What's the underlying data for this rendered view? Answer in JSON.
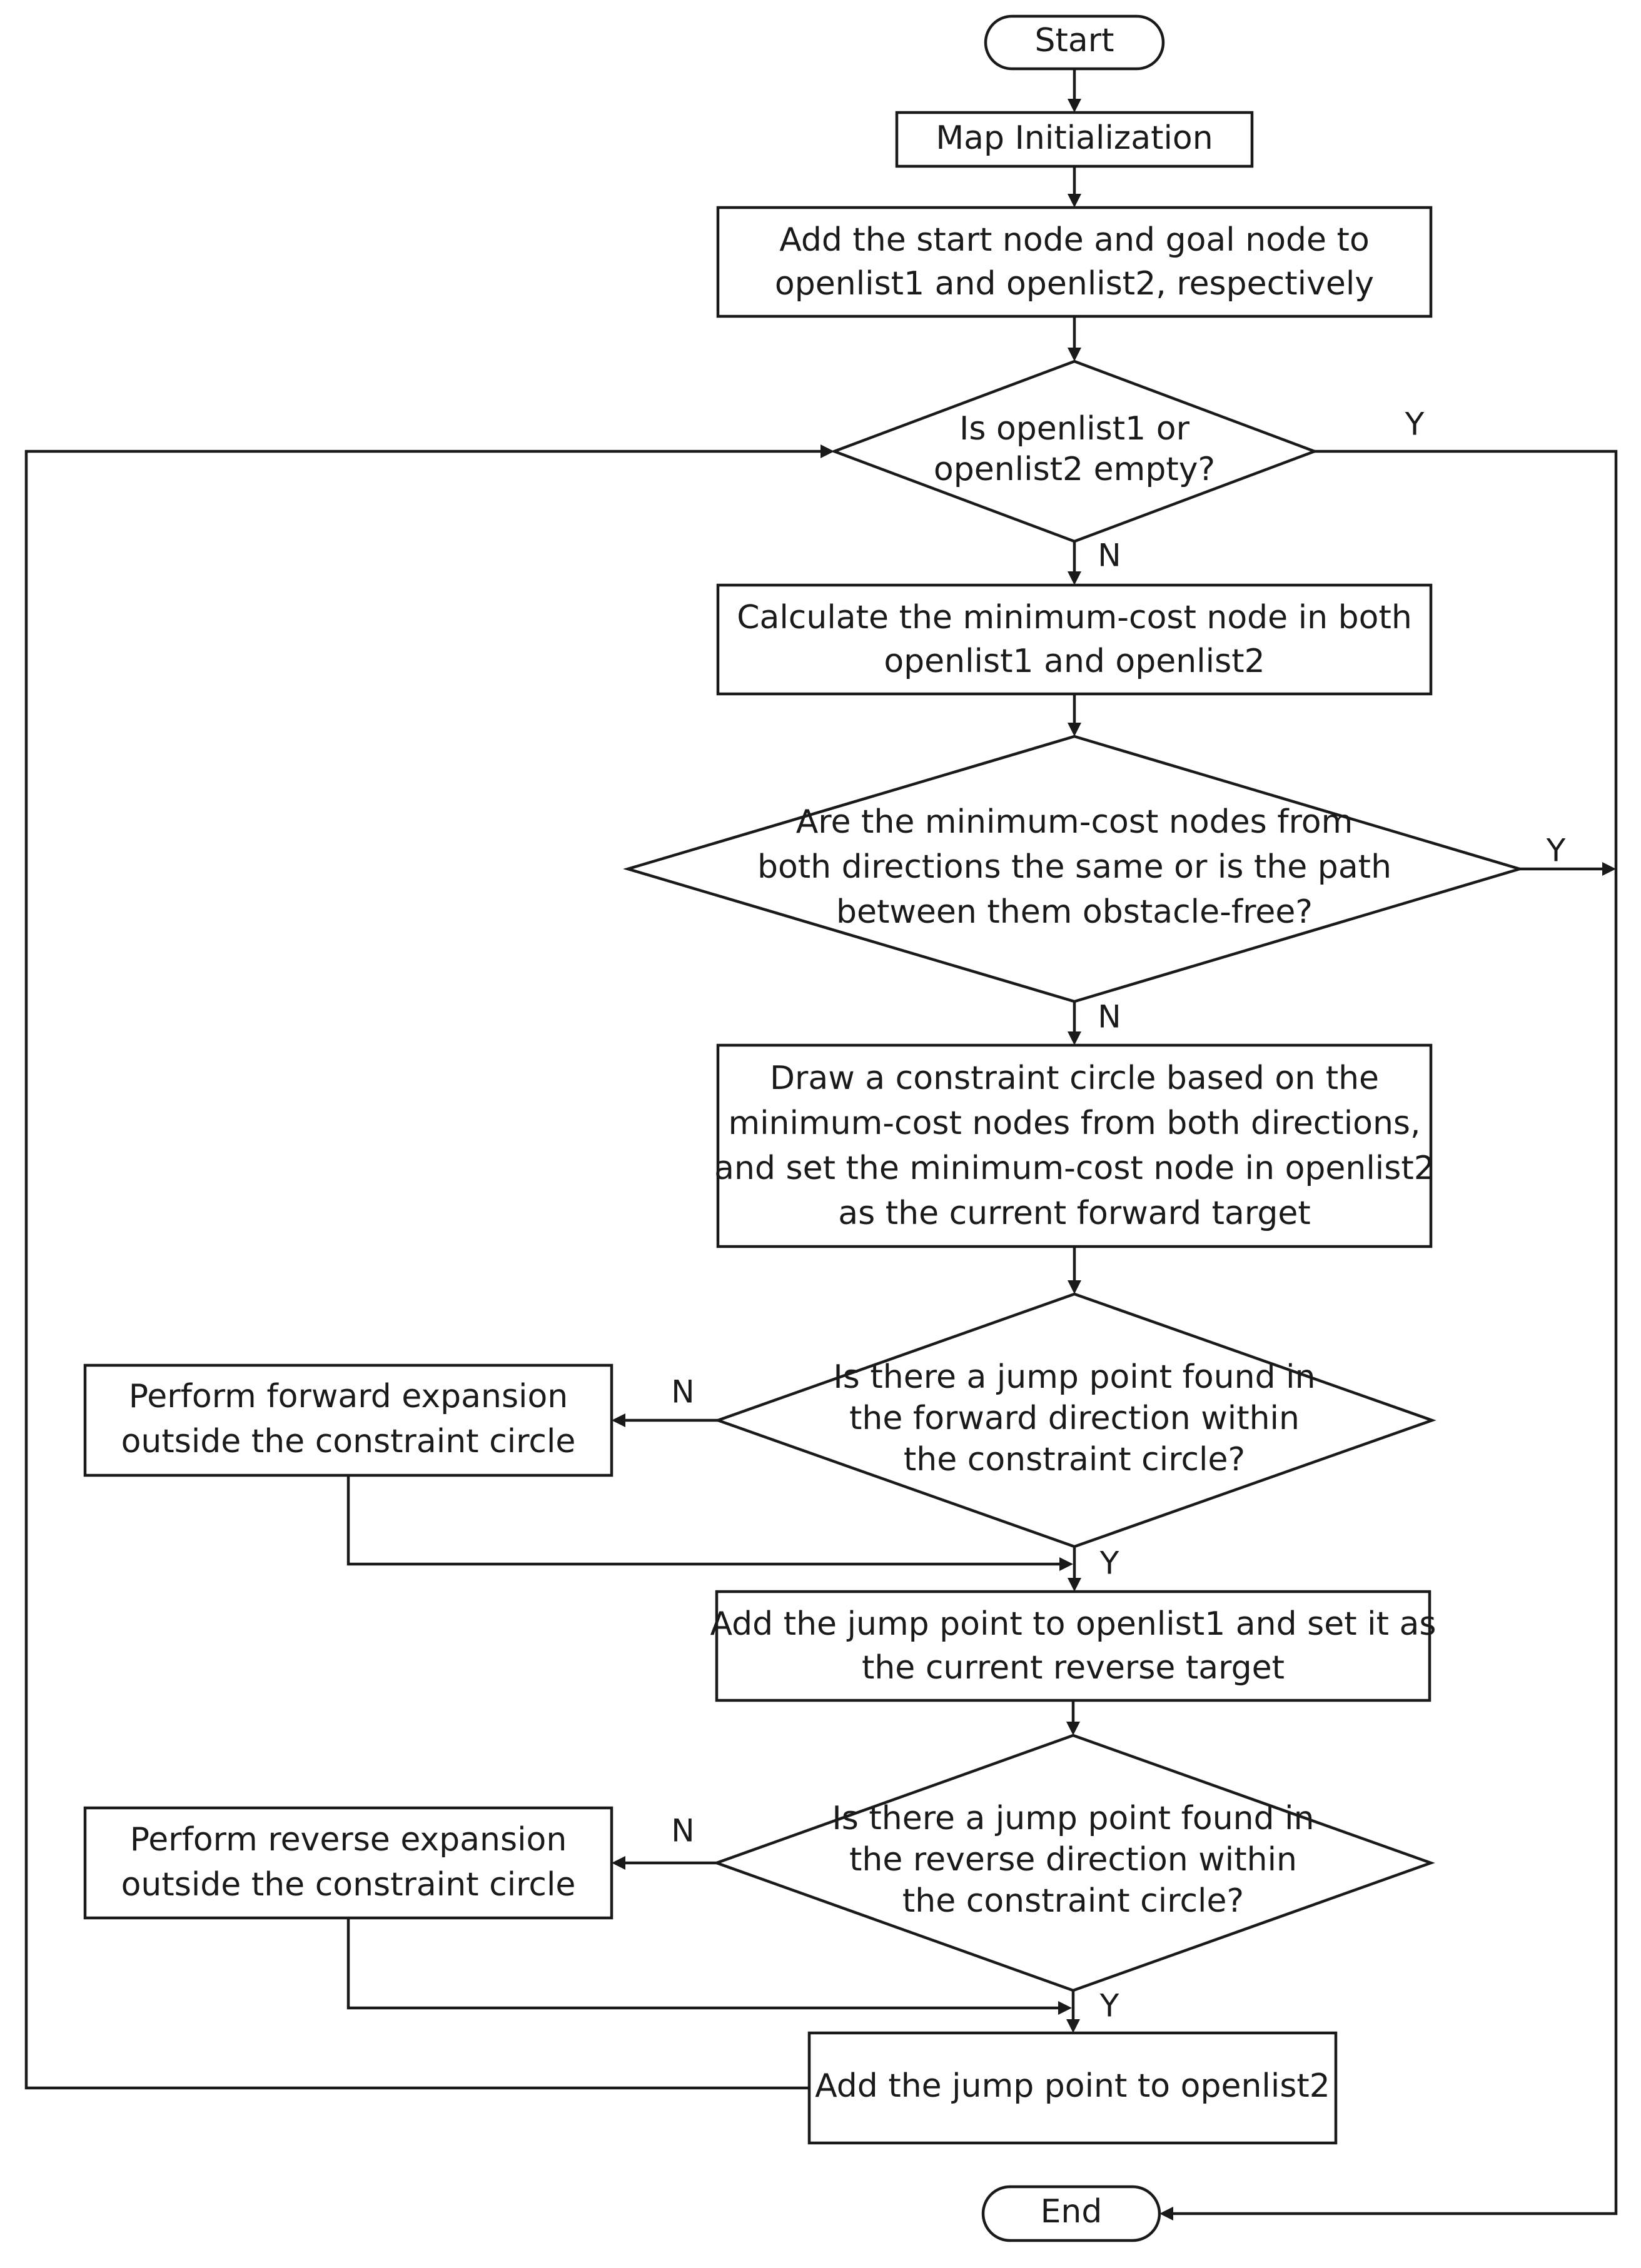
{
  "flowchart": {
    "start": "Start",
    "map_init": "Map Initialization",
    "add_start_goal": [
      "Add the start node and goal node to",
      "openlist1 and openlist2, respectively"
    ],
    "check_empty": [
      "Is openlist1 or",
      "openlist2 empty?"
    ],
    "calc_min": [
      "Calculate the minimum-cost node in both",
      "openlist1 and openlist2"
    ],
    "check_same": [
      "Are the minimum-cost nodes from",
      "both directions the same or is the path",
      "between them obstacle-free?"
    ],
    "draw_circle": [
      "Draw a constraint circle based on the",
      "minimum-cost nodes from both directions,",
      "and set the minimum-cost node in openlist2",
      "as the current forward target"
    ],
    "check_forward": [
      "Is there a jump point found in",
      "the forward direction within",
      "the constraint circle?"
    ],
    "forward_expand": [
      "Perform forward expansion",
      "outside the constraint circle"
    ],
    "add_jump_1": [
      "Add the jump point to openlist1 and set it as",
      "the current reverse target"
    ],
    "check_reverse": [
      "Is there a jump point found in",
      "the reverse direction within",
      "the constraint circle?"
    ],
    "reverse_expand": [
      "Perform reverse expansion",
      "outside the constraint circle"
    ],
    "add_jump_2": "Add the jump point to openlist2",
    "end": "End",
    "labels": {
      "yes": "Y",
      "no": "N"
    }
  }
}
